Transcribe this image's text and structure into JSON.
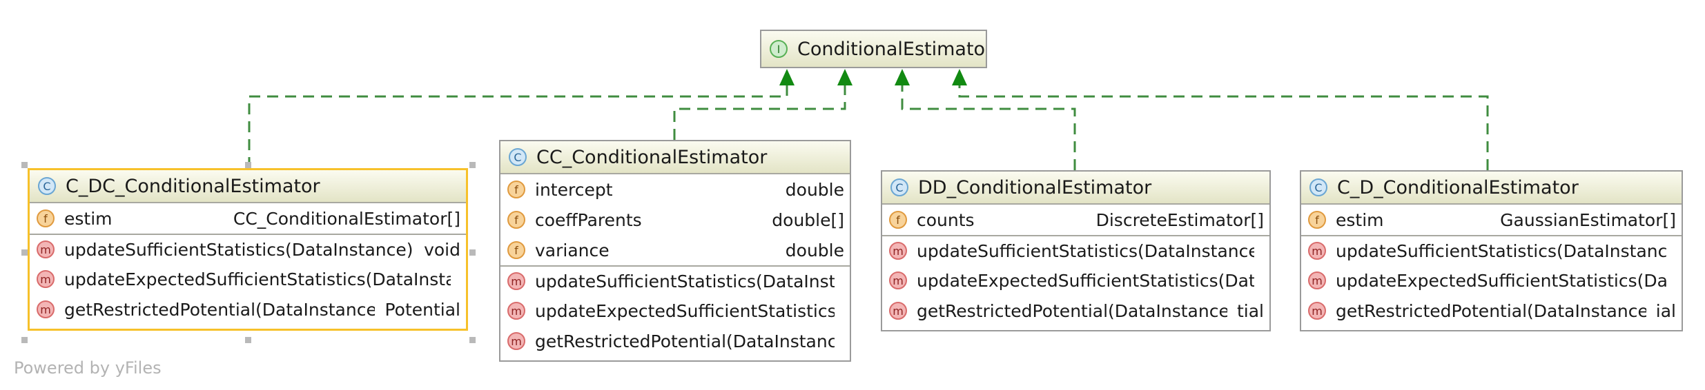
{
  "diagram": {
    "interface": {
      "badge": "I",
      "name": "ConditionalEstimator"
    },
    "classes": [
      {
        "id": "c-dc",
        "badge": "C",
        "name": "C_DC_ConditionalEstimator",
        "selected": true,
        "fields": [
          {
            "badge": "f",
            "name": "estim",
            "type": "CC_ConditionalEstimator[]"
          }
        ],
        "methods": [
          {
            "badge": "m",
            "name": "updateSufficientStatistics(DataInstance)",
            "type": "void"
          },
          {
            "badge": "m",
            "name": "updateExpectedSufficientStatistics(DataInstance",
            "type": ""
          },
          {
            "badge": "m",
            "name": "getRestrictedPotential(DataInstance)",
            "type": "Potential"
          }
        ]
      },
      {
        "id": "cc",
        "badge": "C",
        "name": "CC_ConditionalEstimator",
        "selected": false,
        "fields": [
          {
            "badge": "f",
            "name": "intercept",
            "type": "double"
          },
          {
            "badge": "f",
            "name": "coeffParents",
            "type": "double[]"
          },
          {
            "badge": "f",
            "name": "variance",
            "type": "double"
          }
        ],
        "methods": [
          {
            "badge": "m",
            "name": "updateSufficientStatistics(DataInstar",
            "type": ""
          },
          {
            "badge": "m",
            "name": "updateExpectedSufficientStatistics(D",
            "type": ""
          },
          {
            "badge": "m",
            "name": "getRestrictedPotential(DataInstance)",
            "type": ""
          }
        ]
      },
      {
        "id": "dd",
        "badge": "C",
        "name": "DD_ConditionalEstimator",
        "selected": false,
        "fields": [
          {
            "badge": "f",
            "name": "counts",
            "type": "DiscreteEstimator[]"
          }
        ],
        "methods": [
          {
            "badge": "m",
            "name": "updateSufficientStatistics(DataInstance)",
            "type": ""
          },
          {
            "badge": "m",
            "name": "updateExpectedSufficientStatistics(DataI",
            "type": ""
          },
          {
            "badge": "m",
            "name": "getRestrictedPotential(DataInstance)",
            "type": "tial"
          }
        ]
      },
      {
        "id": "c-d",
        "badge": "C",
        "name": "C_D_ConditionalEstimator",
        "selected": false,
        "fields": [
          {
            "badge": "f",
            "name": "estim",
            "type": "GaussianEstimator[]"
          }
        ],
        "methods": [
          {
            "badge": "m",
            "name": "updateSufficientStatistics(DataInstance)",
            "type": ""
          },
          {
            "badge": "m",
            "name": "updateExpectedSufficientStatistics(Data",
            "type": ""
          },
          {
            "badge": "m",
            "name": "getRestrictedPotential(DataInstance)",
            "type": "ial"
          }
        ]
      }
    ]
  },
  "colors": {
    "edge": "#3f8c3f",
    "arrowhead": "#128a12",
    "selection": "#f7c12a"
  },
  "footer": "Powered by yFiles"
}
